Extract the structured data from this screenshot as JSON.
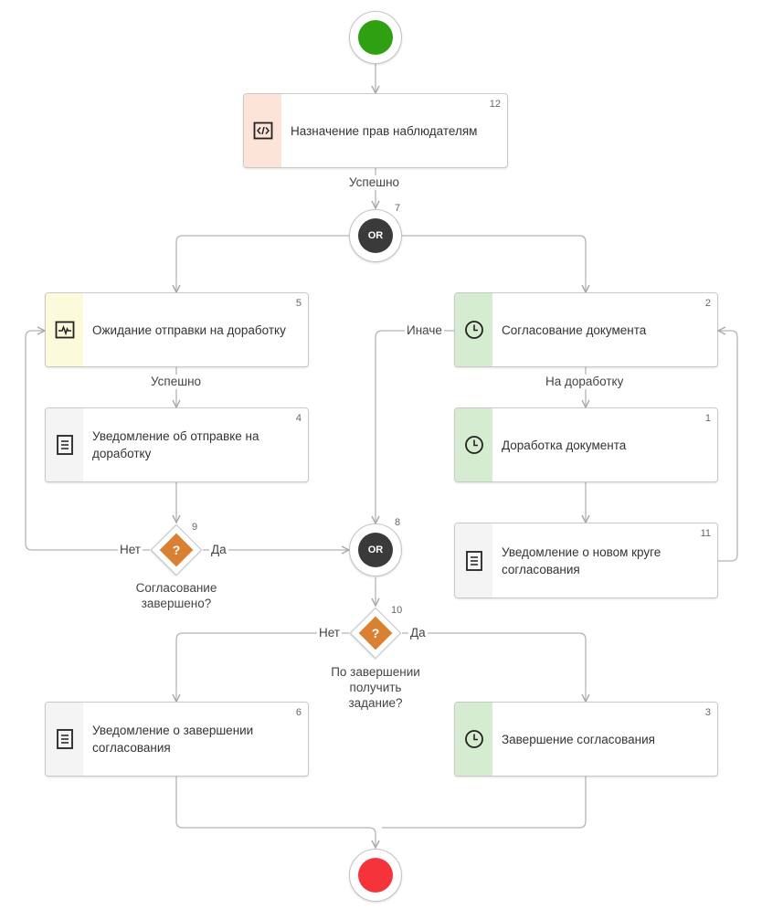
{
  "colors": {
    "start": "#2ea012",
    "end": "#f5333a",
    "gateway": "#3a3a3a",
    "decision": "#d98033",
    "strip_script": "#fde4d8",
    "strip_wait": "#fbfadb",
    "strip_task": "#d6ecd0",
    "strip_notify": "#f4f4f4",
    "connector": "#b5b5b5"
  },
  "nodes": {
    "n12": {
      "number": "12",
      "label": "Назначение прав наблюдателям",
      "icon": "code-icon"
    },
    "n5": {
      "number": "5",
      "label": "Ожидание отправки на доработку",
      "icon": "activity-icon"
    },
    "n4": {
      "number": "4",
      "label": "Уведомление об отправке на доработку",
      "icon": "document-icon"
    },
    "n2": {
      "number": "2",
      "label": "Согласование документа",
      "icon": "clock-icon"
    },
    "n1": {
      "number": "1",
      "label": "Доработка документа",
      "icon": "clock-icon"
    },
    "n11": {
      "number": "11",
      "label": "Уведомление о новом круге согласования",
      "icon": "document-icon"
    },
    "n6": {
      "number": "6",
      "label": "Уведомление о завершении согласования",
      "icon": "document-icon"
    },
    "n3": {
      "number": "3",
      "label": "Завершение согласования",
      "icon": "clock-icon"
    }
  },
  "gateways": {
    "g7": {
      "number": "7",
      "label": "OR"
    },
    "g8": {
      "number": "8",
      "label": "OR"
    }
  },
  "decisions": {
    "d9": {
      "number": "9",
      "symbol": "?",
      "caption": "Согласование завершено?"
    },
    "d10": {
      "number": "10",
      "symbol": "?",
      "caption": "По завершении получить задание?"
    }
  },
  "edge_labels": {
    "success_1": "Успешно",
    "success_2": "Успешно",
    "otherwise": "Иначе",
    "rework": "На доработку",
    "d9_no": "Нет",
    "d9_yes": "Да",
    "d10_no": "Нет",
    "d10_yes": "Да"
  }
}
